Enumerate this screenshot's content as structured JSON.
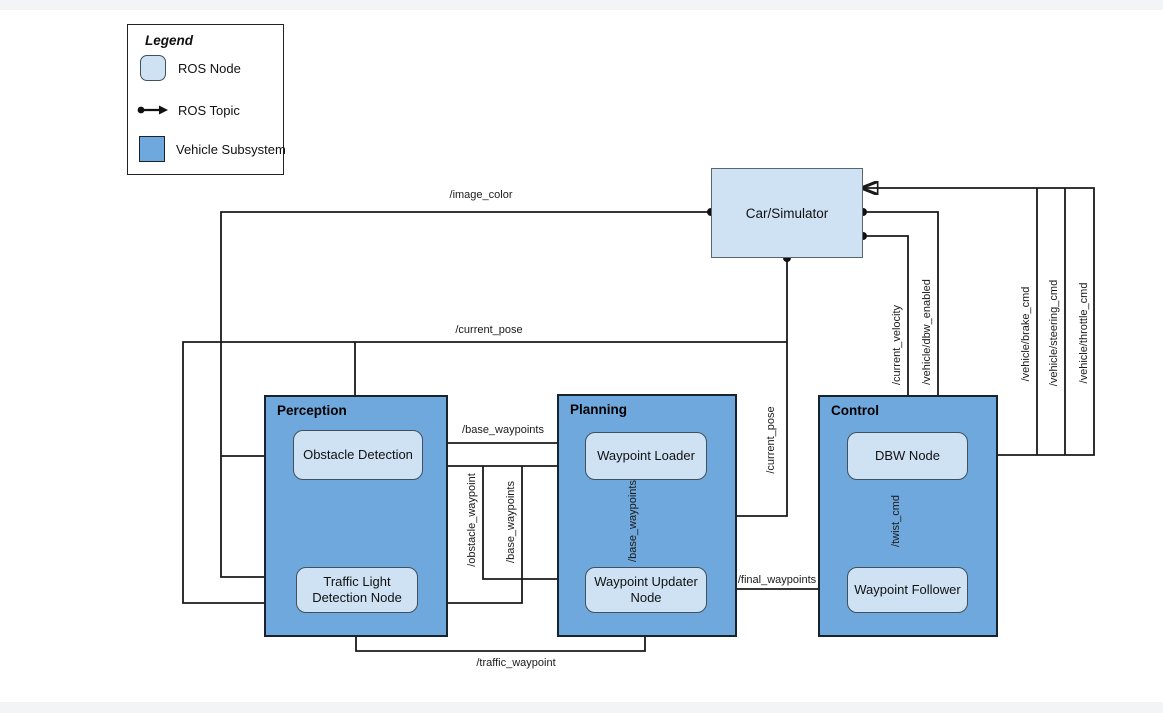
{
  "diagram": {
    "legend": {
      "title": "Legend",
      "items": [
        {
          "id": "ros-node",
          "label": "ROS Node"
        },
        {
          "id": "ros-topic",
          "label": "ROS Topic"
        },
        {
          "id": "vehicle-subsystem",
          "label": "Vehicle Subsystem"
        }
      ]
    },
    "subsystems": {
      "perception": "Perception",
      "planning": "Planning",
      "control": "Control"
    },
    "nodes": {
      "car_simulator": "Car/Simulator",
      "obstacle_detection": "Obstacle Detection",
      "traffic_light_detection": "Traffic Light Detection Node",
      "waypoint_loader": "Waypoint Loader",
      "waypoint_updater": "Waypoint Updater Node",
      "dbw_node": "DBW Node",
      "waypoint_follower": "Waypoint Follower"
    },
    "topics": {
      "image_color": "/image_color",
      "current_pose": "/current_pose",
      "base_waypoints": "/base_waypoints",
      "obstacle_waypoint": "/obstacle_waypoint",
      "traffic_waypoint": "/traffic_waypoint",
      "final_waypoints": "/final_waypoints",
      "twist_cmd": "/twist_cmd",
      "current_velocity": "/current_velocity",
      "dbw_enabled": "/vehicle/dbw_enabled",
      "brake_cmd": "/vehicle/brake_cmd",
      "steering_cmd": "/vehicle/steering_cmd",
      "throttle_cmd": "/vehicle/throttle_cmd"
    },
    "colors": {
      "ros_node_fill": "#cfe2f3",
      "vehicle_subsystem_fill": "#6fa8dc",
      "wire": "#1a1a1a",
      "background": "#ffffff"
    }
  }
}
